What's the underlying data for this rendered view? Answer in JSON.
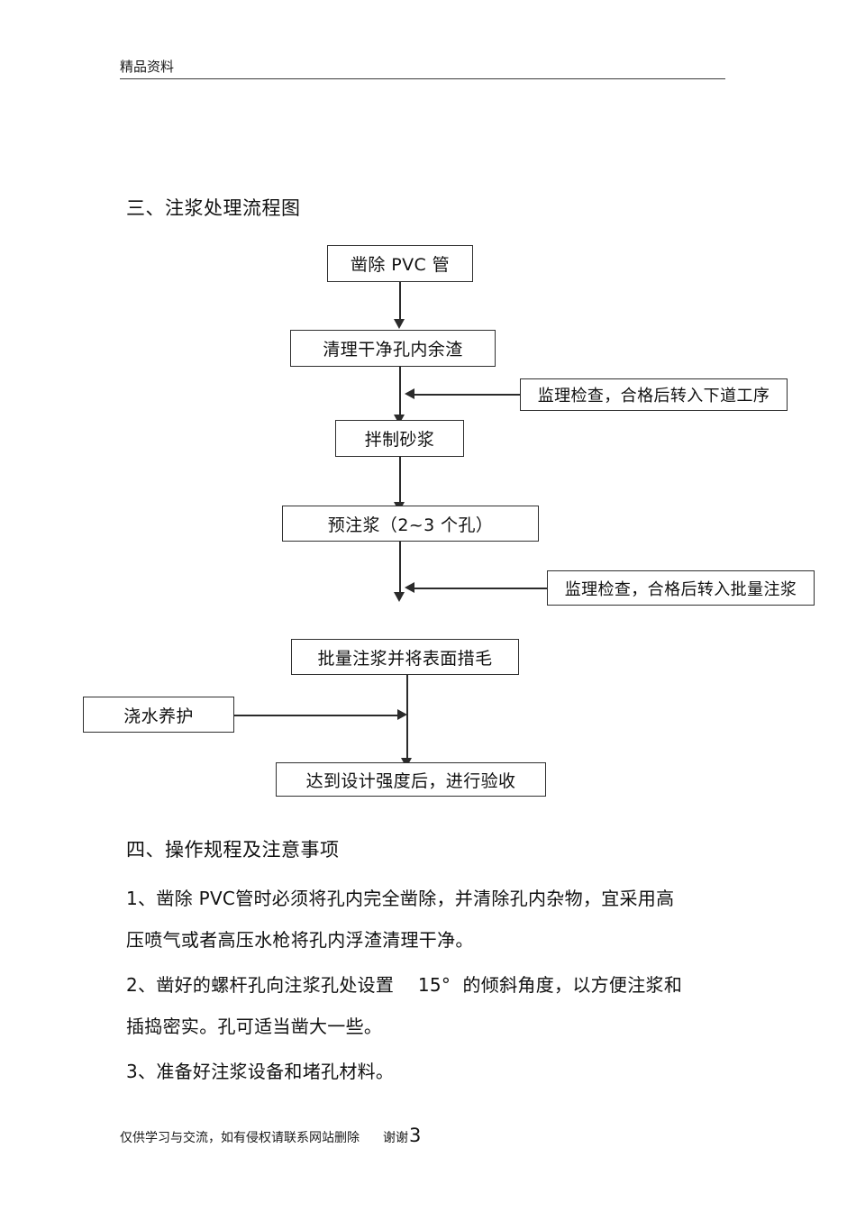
{
  "header": {
    "title": "精品资料"
  },
  "sections": [
    {
      "heading": "三、注浆处理流程图"
    },
    {
      "heading": "四、操作规程及注意事项"
    }
  ],
  "flowchart": {
    "nodes": [
      {
        "id": "chisel-pvc",
        "label": "凿除 PVC 管"
      },
      {
        "id": "clean-hole",
        "label": "清理干净孔内余渣"
      },
      {
        "id": "inspect-1",
        "label": "监理检查，合格后转入下道工序"
      },
      {
        "id": "mix-mortar",
        "label": "拌制砂浆"
      },
      {
        "id": "pre-grout",
        "label": "预注浆（2~3 个孔）"
      },
      {
        "id": "inspect-2",
        "label": "监理检查，合格后转入批量注浆"
      },
      {
        "id": "batch-grout",
        "label": "批量注浆并将表面措毛"
      },
      {
        "id": "water-curing",
        "label": "浇水养护"
      },
      {
        "id": "final-accept",
        "label": "达到设计强度后，进行验收"
      }
    ]
  },
  "body": {
    "items": [
      {
        "lines": [
          "1、凿除 PVC管时必须将孔内完全凿除，并清除孔内杂物，宜采用高",
          "压喷气或者高压水枪将孔内浮渣清理干净。"
        ]
      },
      {
        "lines": [
          "2、凿好的螺杆孔向注浆孔处设置    15°  的倾斜角度，以方便注浆和",
          "插捣密实。孔可适当凿大一些。"
        ]
      },
      {
        "lines": [
          "3、准备好注浆设备和堵孔材料。"
        ]
      }
    ]
  },
  "footer": {
    "notice": "仅供学习与交流，如有侵权请联系网站删除",
    "thanks": "谢谢",
    "page_number": "3"
  }
}
